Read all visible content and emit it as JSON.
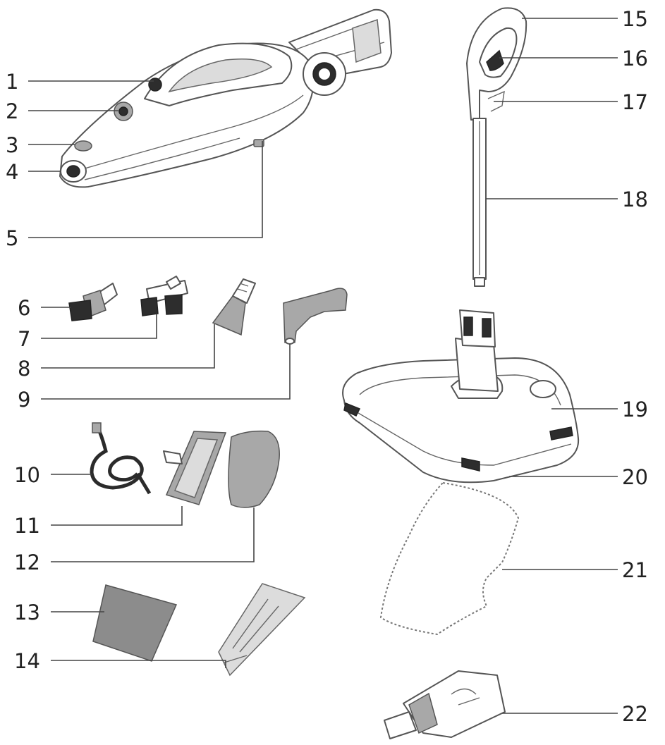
{
  "parts": [
    {
      "id": "1",
      "label": "1"
    },
    {
      "id": "2",
      "label": "2"
    },
    {
      "id": "3",
      "label": "3"
    },
    {
      "id": "4",
      "label": "4"
    },
    {
      "id": "5",
      "label": "5"
    },
    {
      "id": "6",
      "label": "6"
    },
    {
      "id": "7",
      "label": "7"
    },
    {
      "id": "8",
      "label": "8"
    },
    {
      "id": "9",
      "label": "9"
    },
    {
      "id": "10",
      "label": "10"
    },
    {
      "id": "11",
      "label": "11"
    },
    {
      "id": "12",
      "label": "12"
    },
    {
      "id": "13",
      "label": "13"
    },
    {
      "id": "14",
      "label": "14"
    },
    {
      "id": "15",
      "label": "15"
    },
    {
      "id": "16",
      "label": "16"
    },
    {
      "id": "17",
      "label": "17"
    },
    {
      "id": "18",
      "label": "18"
    },
    {
      "id": "19",
      "label": "19"
    },
    {
      "id": "20",
      "label": "20"
    },
    {
      "id": "21",
      "label": "21"
    },
    {
      "id": "22",
      "label": "22"
    }
  ]
}
